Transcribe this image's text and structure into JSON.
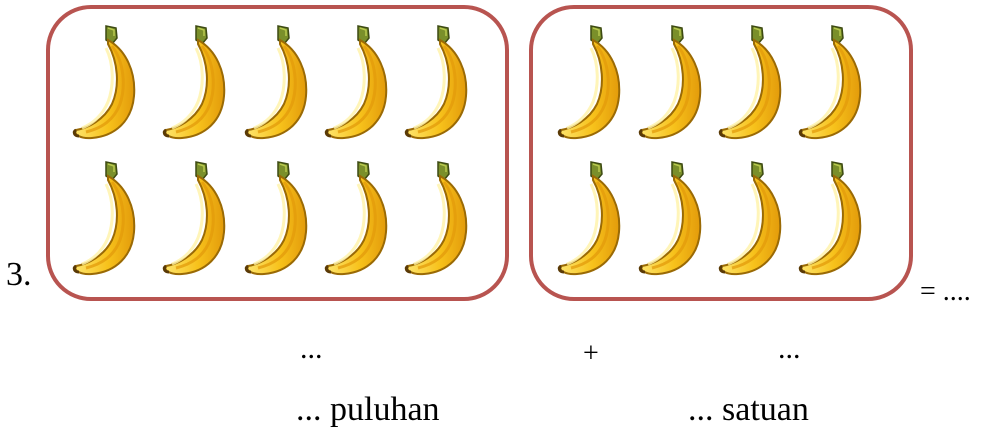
{
  "question": {
    "number": "3."
  },
  "groups": {
    "tens_group": {
      "item": "banana",
      "count": 10
    },
    "ones_group": {
      "item": "banana",
      "count": 8
    }
  },
  "equation": {
    "result_blank": "= ....",
    "tens_blank": "...",
    "operator": "+",
    "ones_blank": "..."
  },
  "place_value": {
    "tens_label": "... puluhan",
    "ones_label": "... satuan"
  },
  "colors": {
    "box_border": "#b85450",
    "banana_fill": "#f7c21b",
    "banana_shadow": "#e39b0b",
    "banana_stem": "#7a8f2a"
  },
  "icons": {
    "fruit_icon": "banana-icon"
  }
}
